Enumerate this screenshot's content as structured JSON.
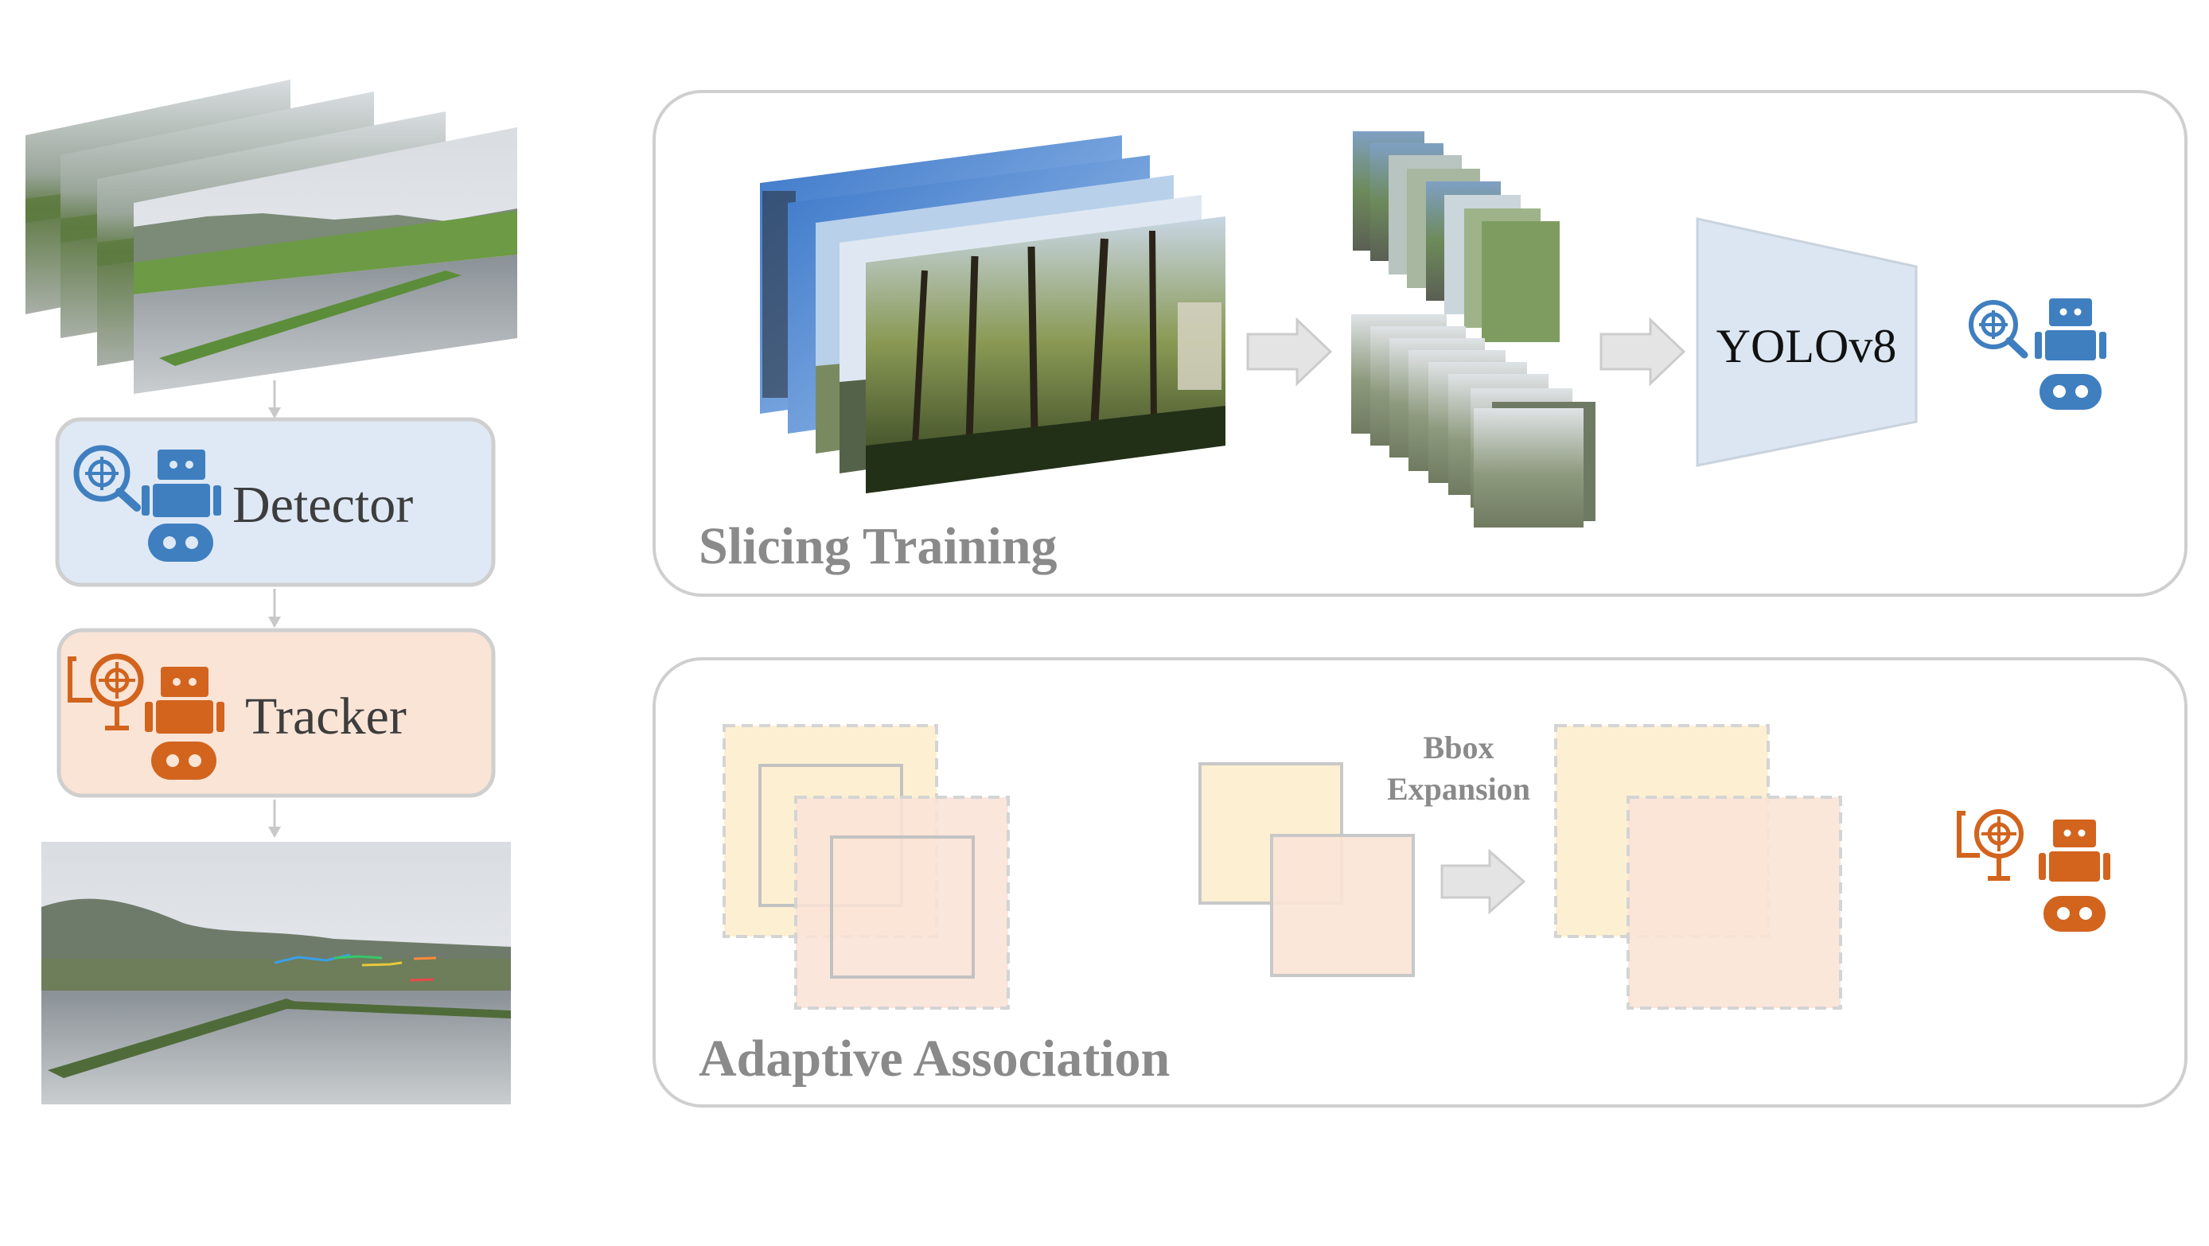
{
  "pipeline": {
    "detector_label": "Detector",
    "tracker_label": "Tracker"
  },
  "slicing_panel": {
    "title": "Slicing Training",
    "model_label": "YOLOv8"
  },
  "association_panel": {
    "title": "Adaptive Association",
    "bbox_label_line1": "Bbox",
    "bbox_label_line2": "Expansion"
  },
  "colors": {
    "detector_blue": "#3f7fc0",
    "detector_fill": "#dfe9f6",
    "tracker_orange": "#d2641e",
    "tracker_fill": "#fae4d6",
    "panel_border": "#cfcfcf",
    "arrow_gray": "#d6d6d6",
    "box_yellow": "#fdf0d2",
    "box_peach": "#fbe3d6",
    "yolo_fill": "#dbe6f2"
  }
}
